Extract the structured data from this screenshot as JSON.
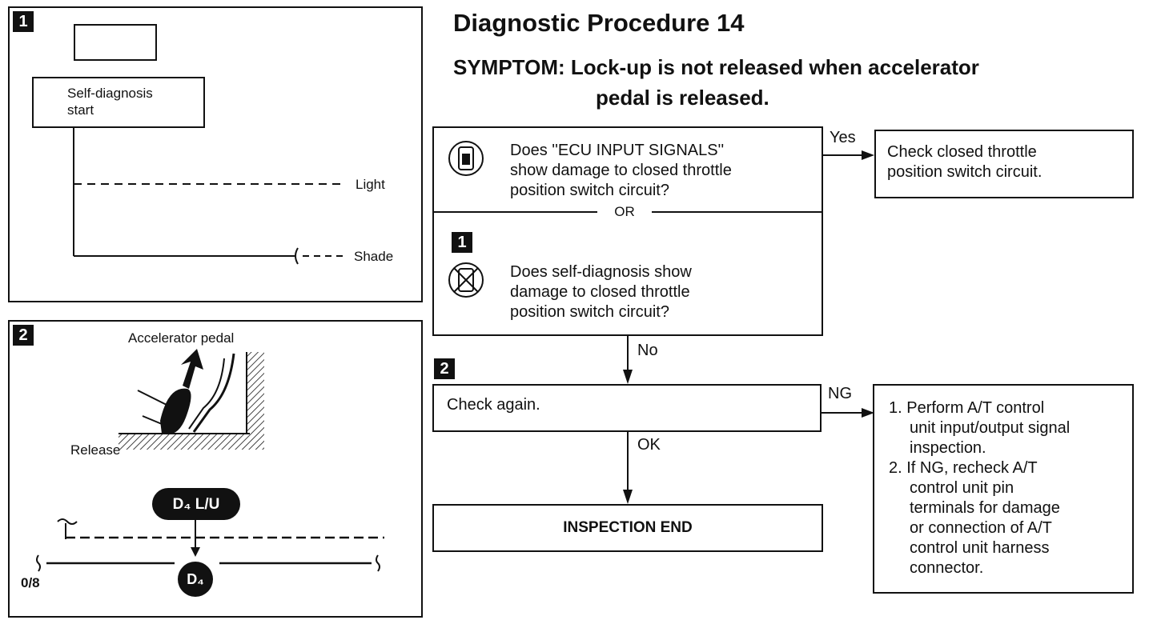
{
  "title": "Diagnostic Procedure 14",
  "symptom": {
    "line1": "SYMPTOM: Lock-up is not released when accelerator",
    "line2": "pedal is released."
  },
  "panel1": {
    "badge": "1",
    "box_label_line1": "Self-diagnosis",
    "box_label_line2": "start",
    "light_label": "Light",
    "shade_label": "Shade"
  },
  "panel2": {
    "badge": "2",
    "pedal_label": "Accelerator pedal",
    "release_label": "Release",
    "d4_lu_label": "D₄ L/U",
    "d4_label": "D₄",
    "axis_label": "0/8"
  },
  "flow": {
    "question1": {
      "line1": "Does ''ECU INPUT SIGNALS''",
      "line2": "show damage to closed throttle",
      "line3": "position switch circuit?"
    },
    "or_label": "OR",
    "step1_badge": "1",
    "question2": {
      "line1": "Does self-diagnosis show",
      "line2": "damage to closed throttle",
      "line3": "position switch circuit?"
    },
    "yes_label": "Yes",
    "yes_result": {
      "line1": "Check closed throttle",
      "line2": "position switch circuit."
    },
    "no_label": "No",
    "step2_badge": "2",
    "check_again": "Check again.",
    "ng_label": "NG",
    "ok_label": "OK",
    "end_label": "INSPECTION END",
    "ng_result": {
      "line1": "1. Perform A/T control",
      "line2": "unit input/output signal",
      "line3": "inspection.",
      "line4": "2. If NG, recheck A/T",
      "line5": "control unit pin",
      "line6": "terminals for damage",
      "line7": "or connection of A/T",
      "line8": "control unit harness",
      "line9": "connector."
    }
  }
}
